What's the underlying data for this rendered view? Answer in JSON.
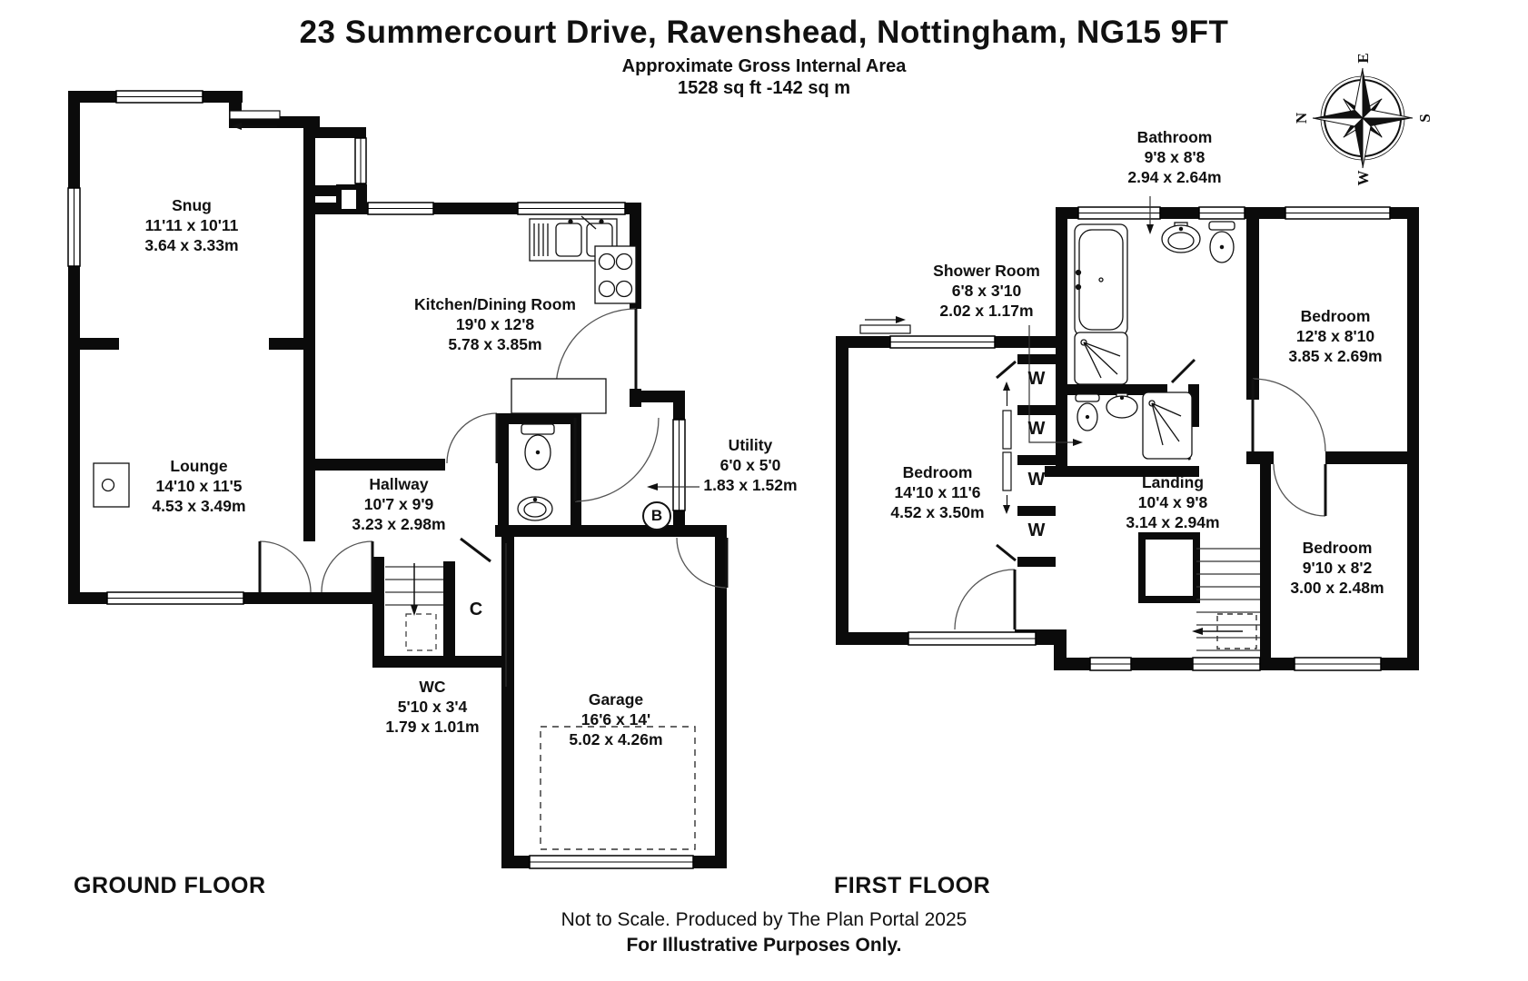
{
  "header": {
    "title": "23 Summercourt Drive, Ravenshead, Nottingham, NG15 9FT",
    "subtitle": "Approximate Gross Internal Area",
    "area": "1528 sq ft -142 sq m"
  },
  "ground_floor": {
    "label": "GROUND FLOOR",
    "rooms": [
      {
        "name": "Snug",
        "imperial": "11'11 x 10'11",
        "metric": "3.64 x 3.33m"
      },
      {
        "name": "Kitchen/Dining Room",
        "imperial": "19'0 x 12'8",
        "metric": "5.78 x 3.85m"
      },
      {
        "name": "Lounge",
        "imperial": "14'10 x 11'5",
        "metric": "4.53 x 3.49m"
      },
      {
        "name": "Hallway",
        "imperial": "10'7 x 9'9",
        "metric": "3.23 x 2.98m"
      },
      {
        "name": "Utility",
        "imperial": "6'0 x 5'0",
        "metric": "1.83 x 1.52m"
      },
      {
        "name": "WC",
        "imperial": "5'10 x 3'4",
        "metric": "1.79 x 1.01m"
      },
      {
        "name": "Garage",
        "imperial": "16'6 x 14'",
        "metric": "5.02 x 4.26m"
      }
    ],
    "annotations": {
      "boiler": "B",
      "cupboard": "C"
    }
  },
  "first_floor": {
    "label": "FIRST FLOOR",
    "rooms": [
      {
        "name": "Bathroom",
        "imperial": "9'8 x 8'8",
        "metric": "2.94 x 2.64m"
      },
      {
        "name": "Shower Room",
        "imperial": "6'8 x 3'10",
        "metric": "2.02 x 1.17m"
      },
      {
        "name": "Bedroom",
        "imperial": "12'8 x 8'10",
        "metric": "3.85 x 2.69m"
      },
      {
        "name": "Bedroom",
        "imperial": "14'10 x 11'6",
        "metric": "4.52 x 3.50m"
      },
      {
        "name": "Landing",
        "imperial": "10'4 x 9'8",
        "metric": "3.14 x 2.94m"
      },
      {
        "name": "Bedroom",
        "imperial": "9'10 x 8'2",
        "metric": "3.00 x 2.48m"
      }
    ],
    "wardrobe": "W"
  },
  "compass": {
    "n": "N",
    "e": "E",
    "s": "S",
    "w": "W"
  },
  "footer": {
    "line1": "Not to Scale. Produced by The Plan Portal 2025",
    "line2": "For Illustrative Purposes Only."
  }
}
